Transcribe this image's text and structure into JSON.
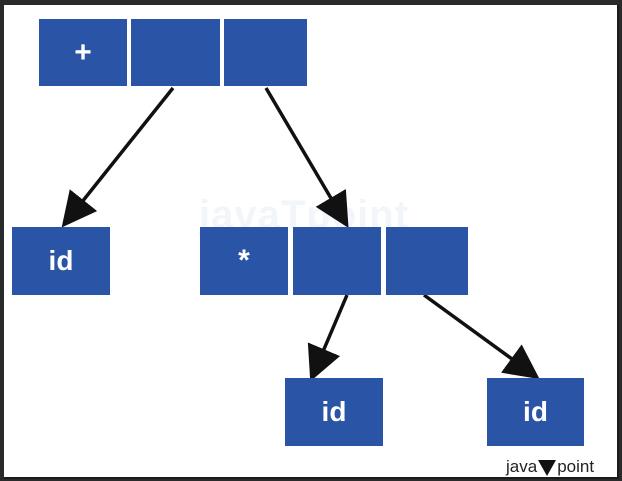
{
  "root": {
    "operator": "+"
  },
  "left_leaf": {
    "label": "id"
  },
  "mul_node": {
    "operator": "*"
  },
  "mul_left_leaf": {
    "label": "id"
  },
  "mul_right_leaf": {
    "label": "id"
  },
  "watermark_text": "javaTpoint",
  "brand": {
    "left": "java",
    "right": "point"
  },
  "colors": {
    "node": "#2a55a6",
    "edge": "#111111"
  }
}
